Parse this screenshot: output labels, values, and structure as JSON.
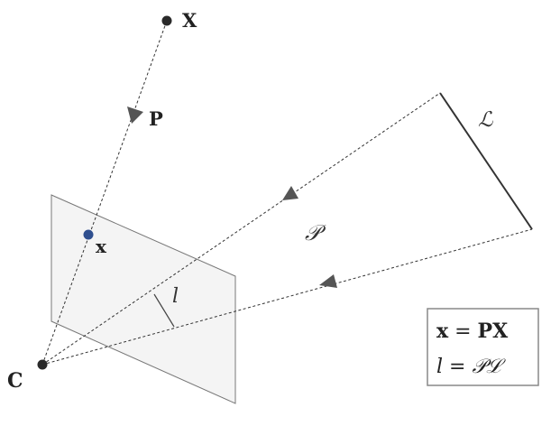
{
  "labels": {
    "world_point": "X",
    "projection_matrix": "P",
    "image_point": "x",
    "camera_center": "C",
    "line_3d": "ℒ",
    "plane": "𝒫",
    "image_line": "l"
  },
  "formulas": {
    "point_projection": {
      "lhs_var": "x",
      "op": " = ",
      "rhs": "PX"
    },
    "line_projection": {
      "lhs_var": "l",
      "op": " = ",
      "rhs": "𝒫ℒ"
    }
  },
  "colors": {
    "image_point": "#2f4f8f",
    "points": "#2a2a2a",
    "image_plane_fill": "#f4f4f4",
    "image_plane_stroke": "#777777",
    "line_3d": "#333333"
  }
}
